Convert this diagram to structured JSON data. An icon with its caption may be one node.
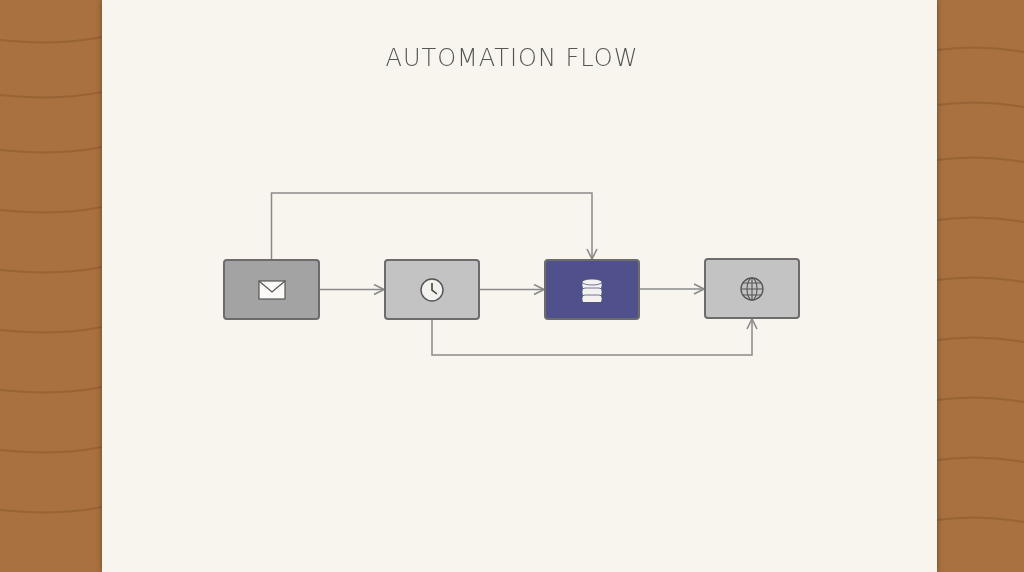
{
  "diagram": {
    "title": "AUTOMATION FLOW",
    "nodes": [
      {
        "text": [],
        "shape": "box"
      },
      {
        "text": [],
        "shape": "box"
      },
      {
        "text": [],
        "shape": "box"
      },
      {
        "text": [],
        "shape": "box"
      }
    ],
    "edges": [
      {
        "from": 0,
        "to": 1,
        "arrow": "to"
      },
      {
        "from": 1,
        "to": 2,
        "arrow": "to"
      },
      {
        "from": 2,
        "to": 3,
        "arrow": "to"
      },
      {
        "from": 0,
        "to": 2,
        "arrow": "to"
      },
      {
        "from": 1,
        "to": 3,
        "arrow": "to"
      }
    ]
  }
}
